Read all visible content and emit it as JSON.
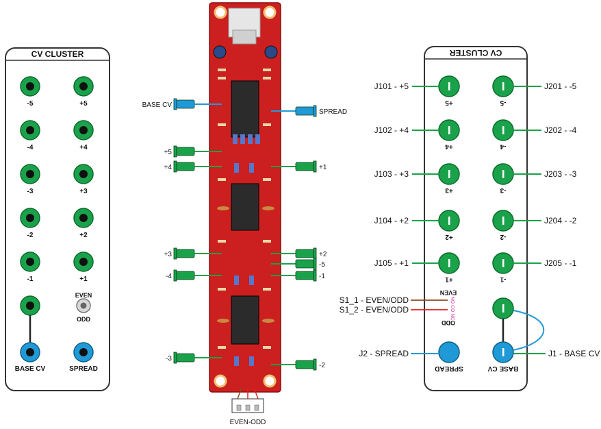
{
  "colors": {
    "panel_stroke": "#333333",
    "jack_green": "#1aa24a",
    "jack_green_dark": "#0b6b2d",
    "jack_blue": "#1f9ad6",
    "pcb_red": "#cc1f1f",
    "wire_green": "#1aa24a",
    "wire_blue": "#1f9ad6",
    "wire_red": "#e02020",
    "wire_brown": "#8a4a20"
  },
  "left_panel": {
    "title": "CV CLUSTER",
    "jacks": [
      {
        "label": "-5"
      },
      {
        "label": "+5"
      },
      {
        "label": "-4"
      },
      {
        "label": "+4"
      },
      {
        "label": "-3"
      },
      {
        "label": "+3"
      },
      {
        "label": "-2"
      },
      {
        "label": "+2"
      },
      {
        "label": "-1"
      },
      {
        "label": "+1"
      }
    ],
    "switch": {
      "top": "EVEN",
      "bottom": "ODD"
    },
    "base_cv": "BASE CV",
    "spread": "SPREAD"
  },
  "pcb": {
    "left_wires": [
      {
        "label": "BASE CV",
        "kind": "blue"
      },
      {
        "label": "+5",
        "kind": "green"
      },
      {
        "label": "+4",
        "kind": "green"
      },
      {
        "label": "+3",
        "kind": "green"
      },
      {
        "label": "-4",
        "kind": "green"
      },
      {
        "label": "-3",
        "kind": "green"
      }
    ],
    "right_wires": [
      {
        "label": "SPREAD",
        "kind": "blue"
      },
      {
        "label": "+1",
        "kind": "green"
      },
      {
        "label": "+2",
        "kind": "green"
      },
      {
        "label": "-5",
        "kind": "green"
      },
      {
        "label": "-1",
        "kind": "green"
      },
      {
        "label": "-2",
        "kind": "green"
      }
    ],
    "connector_label": "EVEN-ODD"
  },
  "right_panel": {
    "title": "CV CLUSTER",
    "left_jacks": [
      {
        "label": "+5",
        "ref": "J101 - +5"
      },
      {
        "label": "+4",
        "ref": "J102 - +4"
      },
      {
        "label": "+3",
        "ref": "J103 - +3"
      },
      {
        "label": "+2",
        "ref": "J104 - +2"
      },
      {
        "label": "+1",
        "ref": "J105 - +1"
      }
    ],
    "right_jacks": [
      {
        "label": "-5",
        "ref": "J201 - -5"
      },
      {
        "label": "-4",
        "ref": "J202 - -4"
      },
      {
        "label": "-3",
        "ref": "J203 - -3"
      },
      {
        "label": "-2",
        "ref": "J204 - -2"
      },
      {
        "label": "-1",
        "ref": "J205 - -1"
      }
    ],
    "switch_even": "EVEN",
    "switch_odd": "ODD",
    "switch_pins": "NO CO NC",
    "s1_1": "S1_1 - EVEN/ODD",
    "s1_2": "S1_2 - EVEN/ODD",
    "j2": "J2 - SPREAD",
    "j1": "J1 - BASE CV",
    "spread": "SPREAD",
    "base_cv": "BASE CV"
  }
}
